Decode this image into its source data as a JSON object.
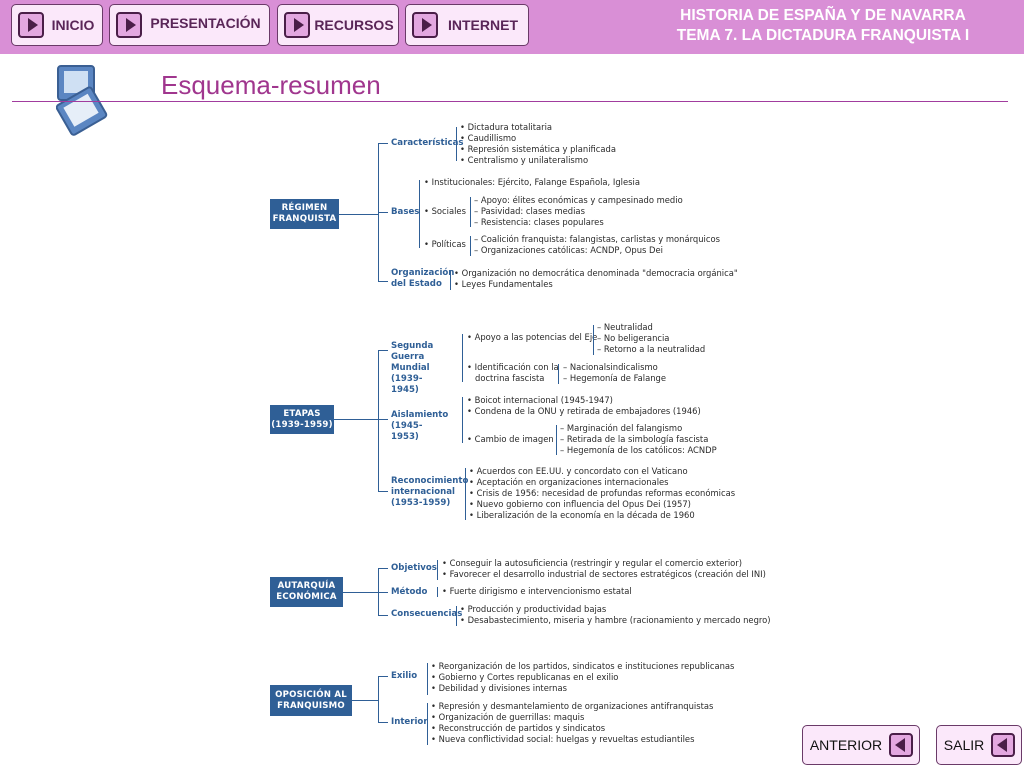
{
  "nav": {
    "inicio": "INICIO",
    "presentacion": "PRESENTACIÓN",
    "recursos": "RECURSOS",
    "internet": "INTERNET"
  },
  "course": {
    "line1": "HISTORIA DE ESPAÑA Y DE NAVARRA",
    "line2": "TEMA 7. LA DICTADURA FRANQUISTA I"
  },
  "page_title": "Esquema-resumen",
  "colors": {
    "bar": "#d98fd6",
    "accent": "#a0368e",
    "box": "#2f5f96"
  },
  "scheme": {
    "regimen": {
      "label": "RÉGIMEN FRANQUISTA",
      "caracteristicas": {
        "label": "Características",
        "items": [
          "• Dictadura totalitaria",
          "• Caudillismo",
          "• Represión sistemática y planificada",
          "• Centralismo y unilateralismo"
        ]
      },
      "bases": {
        "label": "Bases",
        "institucionales": "• Institucionales: Ejército, Falange Española, Iglesia",
        "sociales": {
          "label": "• Sociales",
          "items": [
            "– Apoyo: élites económicas y campesinado medio",
            "– Pasividad: clases medias",
            "– Resistencia: clases populares"
          ]
        },
        "politicas": {
          "label": "• Políticas",
          "items": [
            "– Coalición franquista: falangistas, carlistas y monárquicos",
            "– Organizaciones católicas: ACNDP, Opus Dei"
          ]
        }
      },
      "organizacion": {
        "label_line1": "Organización",
        "label_line2": "del Estado",
        "items": [
          "• Organización no democrática denominada \"democracia orgánica\"",
          "• Leyes Fundamentales"
        ]
      }
    },
    "etapas": {
      "label_line1": "ETAPAS",
      "label_line2": "(1939-1959)",
      "segunda": {
        "label_line1": "Segunda",
        "label_line2": "Guerra Mundial",
        "label_line3": "(1939-1945)",
        "apoyo": {
          "label": "• Apoyo a las potencias del Eje",
          "items": [
            "– Neutralidad",
            "– No beligerancia",
            "– Retorno a la neutralidad"
          ]
        },
        "identificacion": {
          "label_line1": "• Identificación con la",
          "label_line2": "doctrina fascista",
          "items": [
            "– Nacionalsindicalismo",
            "– Hegemonía de Falange"
          ]
        }
      },
      "aislamiento": {
        "label_line1": "Aislamiento",
        "label_line2": "(1945-1953)",
        "items": [
          "• Boicot internacional (1945-1947)",
          "• Condena de la ONU y retirada de embajadores (1946)"
        ],
        "cambio": {
          "label": "• Cambio de imagen",
          "items": [
            "– Marginación del falangismo",
            "– Retirada de la simbología fascista",
            "– Hegemonía de los católicos: ACNDP"
          ]
        }
      },
      "reconocimiento": {
        "label_line1": "Reconocimiento",
        "label_line2": "internacional",
        "label_line3": "(1953-1959)",
        "items": [
          "• Acuerdos con EE.UU. y concordato con el Vaticano",
          "• Aceptación en organizaciones internacionales",
          "• Crisis de 1956: necesidad de profundas reformas económicas",
          "• Nuevo gobierno con influencia del Opus Dei (1957)",
          "• Liberalización de la economía en la década de 1960"
        ]
      }
    },
    "autarquia": {
      "label_line1": "AUTARQUÍA",
      "label_line2": "ECONÓMICA",
      "objetivos": {
        "label": "Objetivos",
        "items": [
          "• Conseguir la autosuficiencia (restringir y regular el comercio exterior)",
          "• Favorecer el desarrollo industrial de sectores estratégicos (creación del INI)"
        ]
      },
      "metodo": {
        "label": "Método",
        "items": [
          "• Fuerte dirigismo e intervencionismo estatal"
        ]
      },
      "consecuencias": {
        "label": "Consecuencias",
        "items": [
          "• Producción y productividad bajas",
          "• Desabastecimiento, miseria y hambre (racionamiento y mercado negro)"
        ]
      }
    },
    "oposicion": {
      "label_line1": "OPOSICIÓN AL",
      "label_line2": "FRANQUISMO",
      "exilio": {
        "label": "Exilio",
        "items": [
          "• Reorganización de los partidos, sindicatos e instituciones republicanas",
          "• Gobierno y Cortes republicanas en el exilio",
          "• Debilidad y divisiones internas"
        ]
      },
      "interior": {
        "label": "Interior",
        "items": [
          "• Represión y desmantelamiento de organizaciones antifranquistas",
          "• Organización de guerrillas: maquis",
          "• Reconstrucción de partidos y sindicatos",
          "• Nueva conflictividad social: huelgas y revueltas estudiantiles"
        ]
      }
    }
  },
  "footer": {
    "anterior": "ANTERIOR",
    "salir": "SALIR"
  }
}
